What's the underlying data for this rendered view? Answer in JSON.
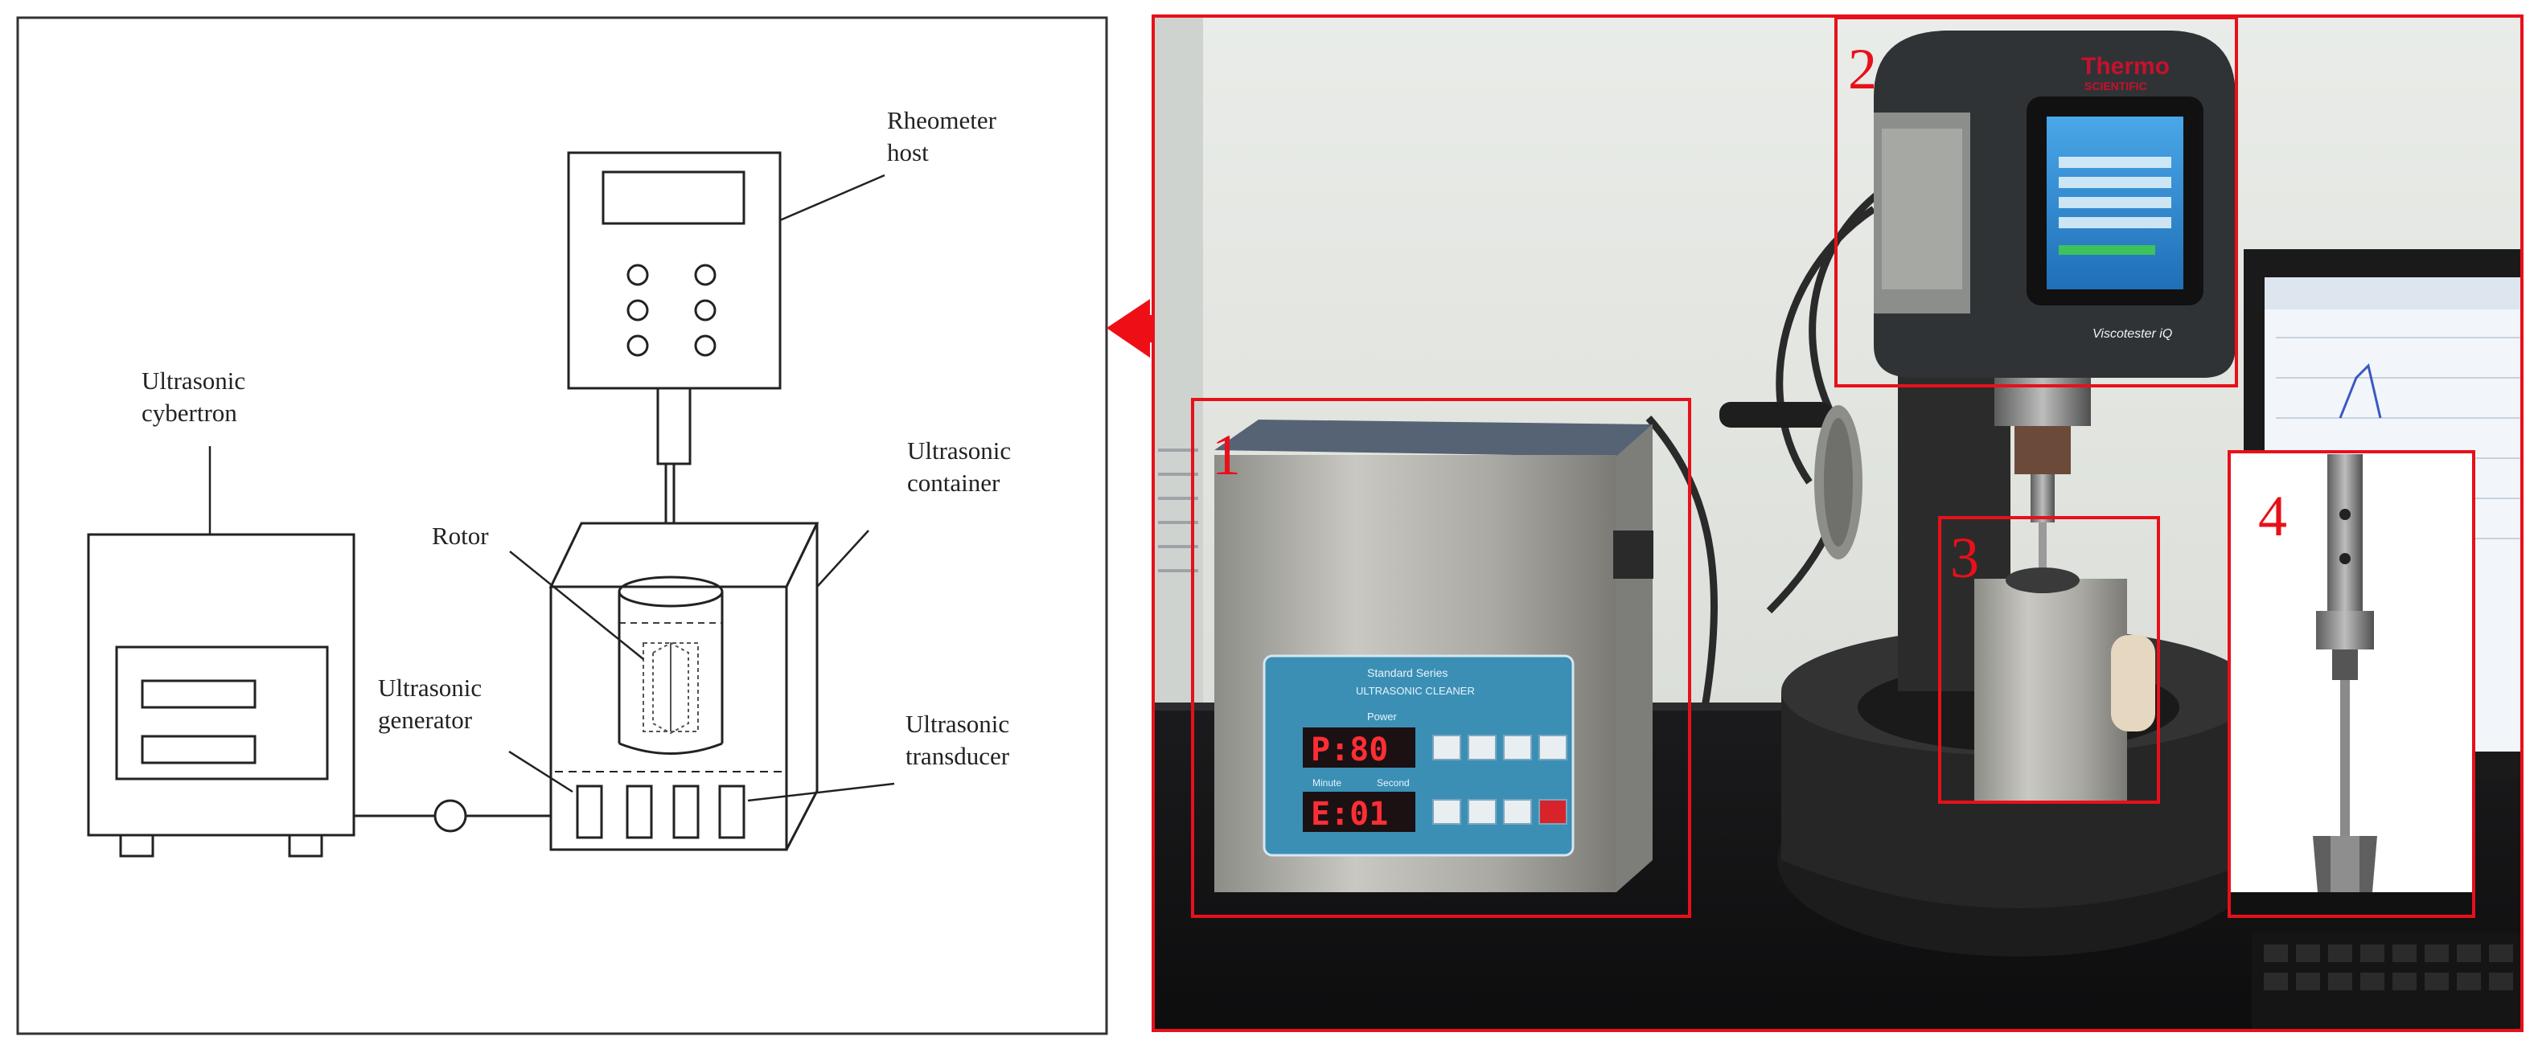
{
  "schematic": {
    "labels": {
      "rheometer_host": [
        "Rheometer",
        "host"
      ],
      "ultrasonic_cybertron": [
        "Ultrasonic",
        "cybertron"
      ],
      "ultrasonic_container": [
        "Ultrasonic",
        "container"
      ],
      "rotor": "Rotor",
      "ultrasonic_generator": [
        "Ultrasonic",
        "generator"
      ],
      "ultrasonic_transducer": [
        "Ultrasonic",
        "transducer"
      ]
    }
  },
  "photo": {
    "callouts": [
      "1",
      "2",
      "3",
      "4"
    ],
    "cleaner_panel": {
      "series": "Standard Series",
      "name": "ULTRASONIC CLEANER",
      "power_label": "Power",
      "minute_label": "Minute",
      "second_label": "Second",
      "display_top": "P:80",
      "display_bottom": "E:01"
    },
    "viscometer": {
      "brand": "Thermo",
      "brand_sub": "SCIENTIFIC",
      "model": "Viscotester iQ"
    }
  },
  "colors": {
    "highlight_red": "#e8101a",
    "arrow_red": "#ee0f16",
    "panel_blue": "#3b8fb5",
    "screen_blue": "#2a86d1"
  }
}
